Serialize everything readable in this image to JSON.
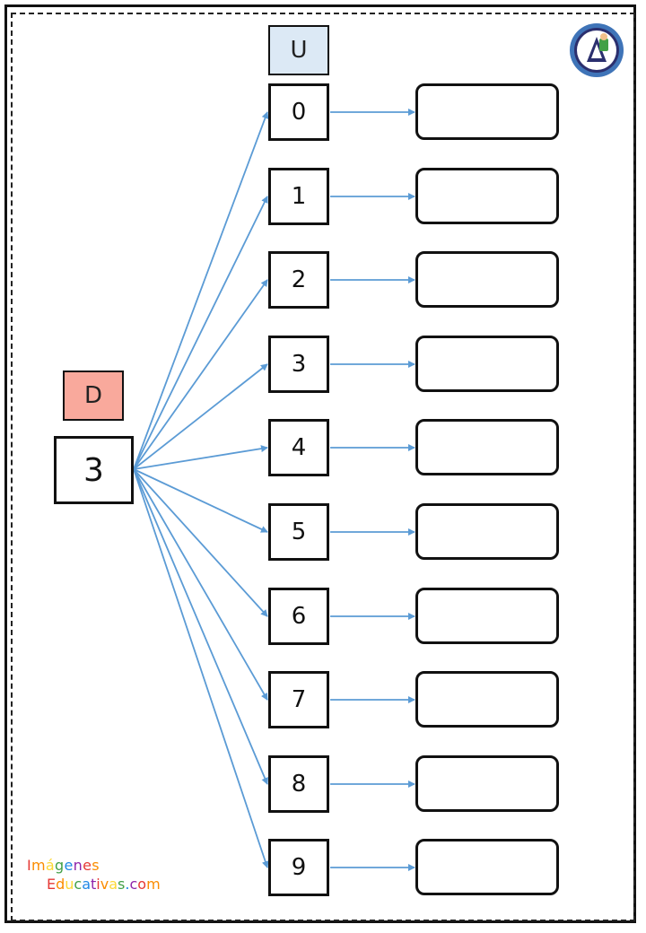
{
  "worksheet": {
    "tens_header": "D",
    "tens_value": "3",
    "units_header": "U",
    "units": [
      "0",
      "1",
      "2",
      "3",
      "4",
      "5",
      "6",
      "7",
      "8",
      "9"
    ],
    "colors": {
      "tens_header_bg": "#f9a99c",
      "units_header_bg": "#dce9f5",
      "arrow": "#5b9bd5"
    }
  },
  "branding": {
    "logo_icon": "imagenes-educativas-logo-icon",
    "line1": "Imágenes",
    "line2": "Educativas.com"
  }
}
